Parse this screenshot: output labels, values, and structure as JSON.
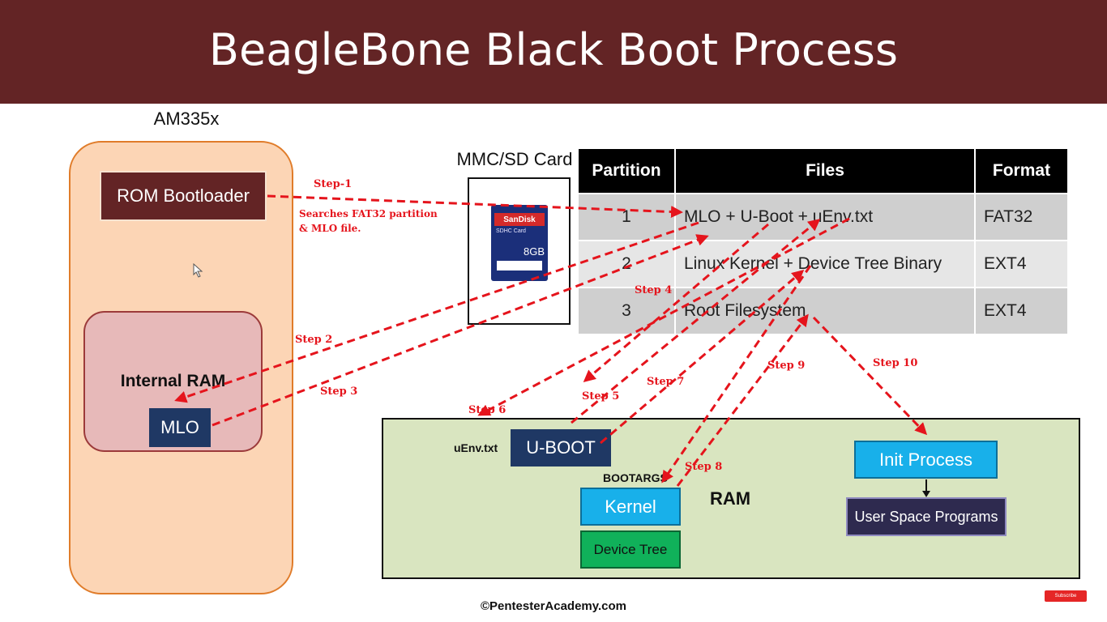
{
  "title": "BeagleBone Black Boot Process",
  "chip": {
    "label": "AM335x",
    "rom_bootloader": "ROM Bootloader",
    "internal_ram": "Internal RAM",
    "mlo": "MLO"
  },
  "sd_card": {
    "label": "MMC/SD Card",
    "brand": "SanDisk",
    "type": "SDHC Card",
    "capacity": "8GB"
  },
  "partition_table": {
    "headers": [
      "Partition",
      "Files",
      "Format"
    ],
    "rows": [
      {
        "partition": "1",
        "files": "MLO + U-Boot + uEnv.txt",
        "format": "FAT32"
      },
      {
        "partition": "2",
        "files": "Linux Kernel + Device Tree Binary",
        "format": "EXT4"
      },
      {
        "partition": "3",
        "files": "Root Filesystem",
        "format": "EXT4"
      }
    ]
  },
  "ram": {
    "label": "RAM",
    "uenv": "uEnv.txt",
    "uboot": "U-BOOT",
    "bootargs": "BOOTARGS",
    "kernel": "Kernel",
    "device_tree": "Device Tree",
    "init_process": "Init Process",
    "user_space": "User Space Programs"
  },
  "steps": {
    "step1": "Step-1",
    "step1_note_line1": "Searches FAT32 partition",
    "step1_note_line2": "& MLO file.",
    "step2": "Step 2",
    "step3": "Step 3",
    "step4": "Step 4",
    "step5": "Step 5",
    "step6": "Step 6",
    "step7": "Step 7",
    "step8": "Step 8",
    "step9": "Step 9",
    "step10": "Step 10"
  },
  "colors": {
    "header_bg": "#632425",
    "arrow": "#e5141c",
    "chip_fill": "#fcd5b5",
    "ram_fill": "#d9e5c0",
    "navy_box": "#1f3864",
    "cyan_box": "#18b0ea",
    "green_box": "#10b15a"
  },
  "footer": {
    "copyright": "©PentesterAcademy.com",
    "subscribe": "Subscribe"
  }
}
